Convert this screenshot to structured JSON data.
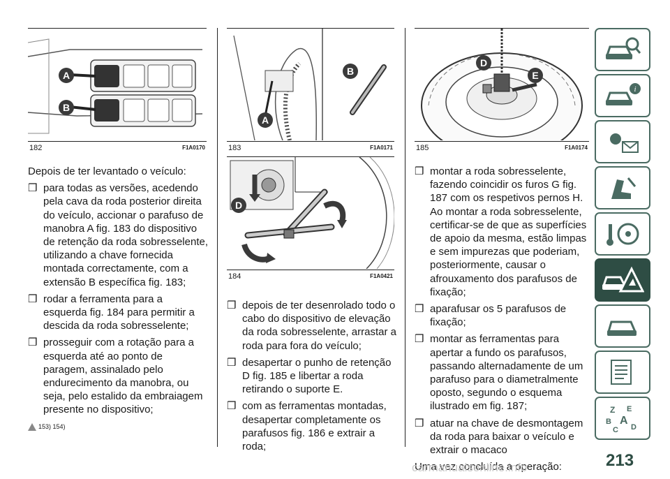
{
  "figures": [
    {
      "number": "182",
      "code": "F1A0170",
      "labels": [
        "A",
        "B"
      ]
    },
    {
      "number": "183",
      "code": "F1A0171",
      "labels": [
        "B",
        "A"
      ]
    },
    {
      "number": "184",
      "code": "F1A0421",
      "labels": [
        "D"
      ]
    },
    {
      "number": "185",
      "code": "F1A0174",
      "labels": [
        "D",
        "E"
      ]
    }
  ],
  "col1": {
    "intro": "Depois de ter levantado o veículo:",
    "bullets": [
      "para todas as versões, acedendo pela cava da roda posterior direita do veículo, accionar o parafuso de manobra A fig. 183 do dispositivo de retenção da roda sobresselente, utilizando a chave fornecida montada correctamente, com a extensão B específica fig. 183;",
      "rodar a ferramenta para a esquerda fig. 184 para permitir a descida da roda sobresselente;",
      "prosseguir com a rotação para a esquerda até ao ponto de paragem, assinalado pelo endurecimento da manobra, ou seja, pelo estalido da embraiagem presente no dispositivo;"
    ],
    "warning_refs": "153) 154)"
  },
  "col2": {
    "bullets": [
      "depois de ter desenrolado todo o cabo do dispositivo de elevação da roda sobresselente, arrastar a roda para fora do veículo;",
      "desapertar o punho de retenção D fig. 185 e libertar a roda retirando o suporte E.",
      "com as ferramentas montadas, desapertar completamente os parafusos fig. 186 e extrair a roda;"
    ]
  },
  "col3": {
    "bullets": [
      "montar a roda sobresselente, fazendo coincidir os furos G fig. 187 com os respetivos pernos H. Ao montar a roda sobresselente, certificar-se de que as superfícies de apoio da mesma, estão limpas e sem impurezas que poderiam, posteriormente, causar o afrouxamento dos parafusos de fixação;",
      "aparafusar os 5 parafusos de fixação;",
      "montar as ferramentas para apertar a fundo os parafusos, passando alternadamente de um parafuso para o diametralmente oposto, segundo o esquema ilustrado em fig. 187;",
      "atuar na chave de desmontagem da roda para baixar o veículo e extrair o macaco"
    ],
    "outro": "Uma vez concluída a operação:"
  },
  "bullet_glyph": "❒",
  "page_number": "213",
  "watermark": "carmanualsonline.info",
  "sidebar_tabs": [
    {
      "icon": "car-magnifier-icon",
      "active": false
    },
    {
      "icon": "car-info-icon",
      "active": false
    },
    {
      "icon": "warning-lights-envelope-icon",
      "active": false
    },
    {
      "icon": "seat-airbag-icon",
      "active": false
    },
    {
      "icon": "key-steering-wheel-icon",
      "active": false
    },
    {
      "icon": "car-breakdown-warning-icon",
      "active": true
    },
    {
      "icon": "car-service-icon",
      "active": false
    },
    {
      "icon": "document-list-icon",
      "active": false
    },
    {
      "icon": "alphabet-index-icon",
      "active": false
    }
  ],
  "colors": {
    "accent": "#2e4d44",
    "label": "#3a3a3a"
  }
}
